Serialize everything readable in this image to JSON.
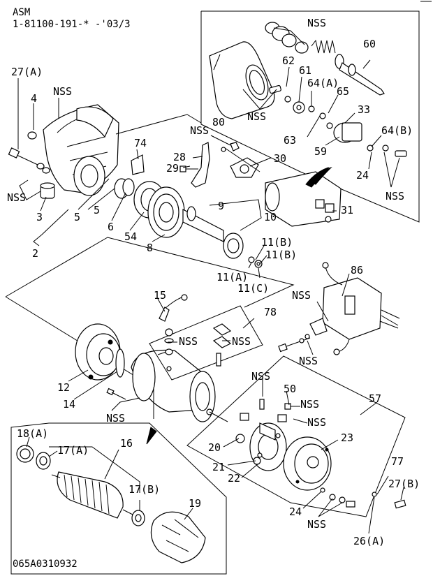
{
  "header": {
    "line1": "ASM",
    "line2": "1-81100-191-* -'03/3"
  },
  "footer": {
    "drawing_code": "065A0310932"
  },
  "labels": {
    "p60": "60",
    "p62": "62",
    "p61": "61",
    "p64a": "64(A)",
    "p65": "65",
    "p33": "33",
    "p64b": "64(B)",
    "p63": "63",
    "p59": "59",
    "p24a": "24",
    "nss_top": "NSS",
    "nss_top2": "NSS",
    "nss_right": "NSS",
    "p27a": "27(A)",
    "nss_left1": "NSS",
    "p4": "4",
    "nss_left2": "NSS",
    "p3": "3",
    "p2": "2",
    "p5a": "5",
    "p5b": "5",
    "p6": "6",
    "p54": "54",
    "p8": "8",
    "p74": "74",
    "nss_80": "NSS",
    "p80": "80",
    "p28": "28",
    "p29": "29",
    "p30": "30",
    "p9": "9",
    "p10": "10",
    "p31": "31",
    "p11b1": "11(B)",
    "p11b2": "11(B)",
    "p11a": "11(A)",
    "p11c": "11(C)",
    "p86": "86",
    "nss_86a": "NSS",
    "nss_86b": "NSS",
    "p15": "15",
    "p78": "78",
    "nss_78a": "NSS",
    "nss_78b": "NSS",
    "p12": "12",
    "p14": "14",
    "nss_mid": "NSS",
    "nss_57a": "NSS",
    "p50": "50",
    "nss_50": "NSS",
    "p57": "57",
    "nss_57b": "NSS",
    "p23": "23",
    "p20": "20",
    "p21": "21",
    "p22": "22",
    "p77": "77",
    "p27b": "27(B)",
    "p24b": "24",
    "nss_bot": "NSS",
    "p26a": "26(A)",
    "p18a": "18(A)",
    "p17a": "17(A)",
    "p16": "16",
    "p17b": "17(B)",
    "p19": "19"
  }
}
